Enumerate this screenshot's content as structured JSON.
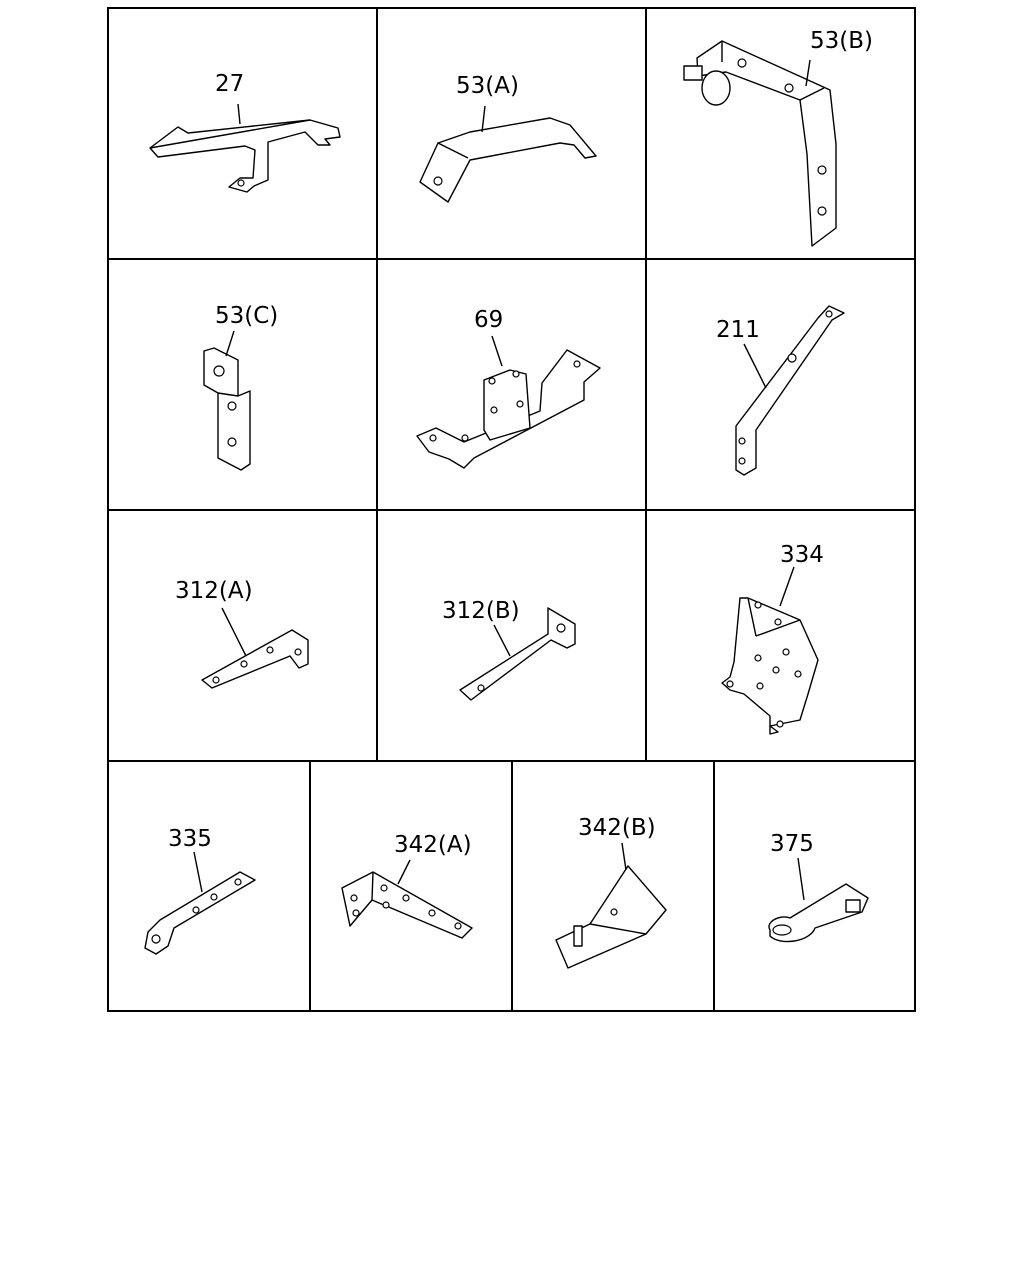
{
  "parts": [
    {
      "id": "p27",
      "label": "27"
    },
    {
      "id": "p53a",
      "label": "53(A)"
    },
    {
      "id": "p53b",
      "label": "53(B)"
    },
    {
      "id": "p53c",
      "label": "53(C)"
    },
    {
      "id": "p69",
      "label": "69"
    },
    {
      "id": "p211",
      "label": "211"
    },
    {
      "id": "p312a",
      "label": "312(A)"
    },
    {
      "id": "p312b",
      "label": "312(B)"
    },
    {
      "id": "p334",
      "label": "334"
    },
    {
      "id": "p335",
      "label": "335"
    },
    {
      "id": "p342a",
      "label": "342(A)"
    },
    {
      "id": "p342b",
      "label": "342(B)"
    },
    {
      "id": "p375",
      "label": "375"
    }
  ]
}
